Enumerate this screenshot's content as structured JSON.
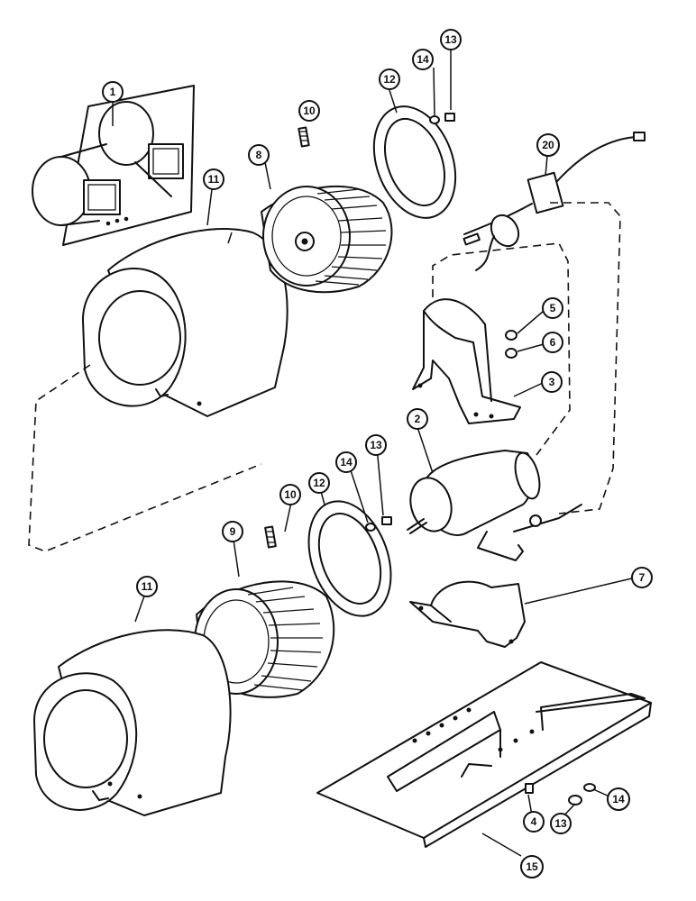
{
  "callouts": {
    "c1": "1",
    "c2": "2",
    "c3": "3",
    "c4": "4",
    "c5": "5",
    "c6": "6",
    "c7": "7",
    "c8": "8",
    "c9": "9",
    "c10a": "10",
    "c10b": "10",
    "c11a": "11",
    "c11b": "11",
    "c12a": "12",
    "c12b": "12",
    "c13a": "13",
    "c13b": "13",
    "c13c": "13",
    "c14a": "14",
    "c14b": "14",
    "c14c": "14",
    "c15": "15",
    "c20": "20"
  }
}
